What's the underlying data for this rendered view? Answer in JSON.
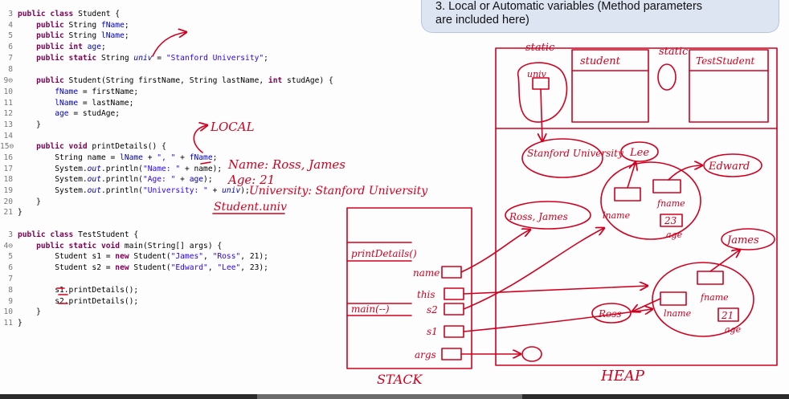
{
  "code_lines": [
    {
      "num": "3",
      "html": "<span class='kw'>public class</span> Student {"
    },
    {
      "num": "4",
      "html": "    <span class='kw'>public</span> String <span class='fd'>fName</span>;"
    },
    {
      "num": "5",
      "html": "    <span class='kw'>public</span> String <span class='fd'>lName</span>;"
    },
    {
      "num": "6",
      "html": "    <span class='kw'>public int</span> <span class='fd'>age</span>;"
    },
    {
      "num": "7",
      "html": "    <span class='kw'>public static</span> String <span class='fd'><i>univ</i></span> = <span class='st'>\"Stanford University\"</span>;"
    },
    {
      "num": "8",
      "html": ""
    },
    {
      "num": "9⊖",
      "html": "    <span class='kw'>public</span> Student(String firstName, String lastName, <span class='kw'>int</span> studAge) {"
    },
    {
      "num": "10",
      "html": "        <span class='fd'>fName</span> = firstName;"
    },
    {
      "num": "11",
      "html": "        <span class='fd'>lName</span> = lastName;"
    },
    {
      "num": "12",
      "html": "        <span class='fd'>age</span> = studAge;"
    },
    {
      "num": "13",
      "html": "    }"
    },
    {
      "num": "14",
      "html": ""
    },
    {
      "num": "15⊖",
      "html": "    <span class='kw'>public void</span> printDetails() {"
    },
    {
      "num": "16",
      "html": "        String name = <span class='fd'>lName</span> + <span class='st'>\", \"</span> + <span class='fd'>fName</span>;"
    },
    {
      "num": "17",
      "html": "        System.<span class='fd'><i>out</i></span>.println(<span class='st'>\"Name: \"</span> + name);"
    },
    {
      "num": "18",
      "html": "        System.<span class='fd'><i>out</i></span>.println(<span class='st'>\"Age: \"</span> + <span class='fd'>age</span>);"
    },
    {
      "num": "19",
      "html": "        System.<span class='fd'><i>out</i></span>.println(<span class='st'>\"University: \"</span> + <span class='fd'><i>univ</i></span>);"
    },
    {
      "num": "20",
      "html": "    }"
    },
    {
      "num": "21",
      "html": "}"
    },
    {
      "num": "",
      "html": ""
    },
    {
      "num": "3",
      "html": "<span class='kw'>public class</span> TestStudent {"
    },
    {
      "num": "4⊖",
      "html": "    <span class='kw'>public static void</span> main(String[] args) {"
    },
    {
      "num": "5",
      "html": "        Student s1 = <span class='kw'>new</span> Student(<span class='st'>\"James\"</span>, <span class='st'>\"Ross\"</span>, 21);"
    },
    {
      "num": "6",
      "html": "        Student s2 = <span class='kw'>new</span> Student(<span class='st'>\"Edward\"</span>, <span class='st'>\"Lee\"</span>, 23);"
    },
    {
      "num": "7",
      "html": ""
    },
    {
      "num": "8",
      "html": "        s1.printDetails();"
    },
    {
      "num": "9",
      "html": "        s2.printDetails();"
    },
    {
      "num": "10",
      "html": "    }"
    },
    {
      "num": "11",
      "html": "}"
    }
  ],
  "callout": {
    "line1": "3. Local or Automatic variables (Method parameters",
    "line2": "are included here)"
  },
  "annotations": {
    "local": "LOCAL",
    "out_name": "Name: Ross, James",
    "out_age": "Age: 21",
    "out_univ": "University: Stanford University",
    "student_univ": "Student.univ"
  },
  "stack": {
    "title": "STACK",
    "frame_print": "printDetails()",
    "frame_main": "main(--)",
    "slots": [
      "name",
      "this",
      "s2",
      "s1",
      "args"
    ]
  },
  "heap": {
    "title": "HEAP",
    "static1": "static",
    "static2": "static",
    "univ": "univ",
    "student_class": "student",
    "teststudent_class": "TestStudent",
    "stanford": "Stanford University",
    "lee": "Lee",
    "edward": "Edward",
    "ross_james": "Ross, James",
    "obj1_lname": "lname",
    "obj1_fname": "fname",
    "obj1_age_val": "23",
    "obj1_age": "age",
    "james": "James",
    "ross": "Ross",
    "obj2_fname": "fname",
    "obj2_lname": "lname",
    "obj2_age_val": "21",
    "obj2_age": "age"
  },
  "colors": {
    "ink": "#d2001f",
    "callout_bg": "#dde5f3"
  }
}
